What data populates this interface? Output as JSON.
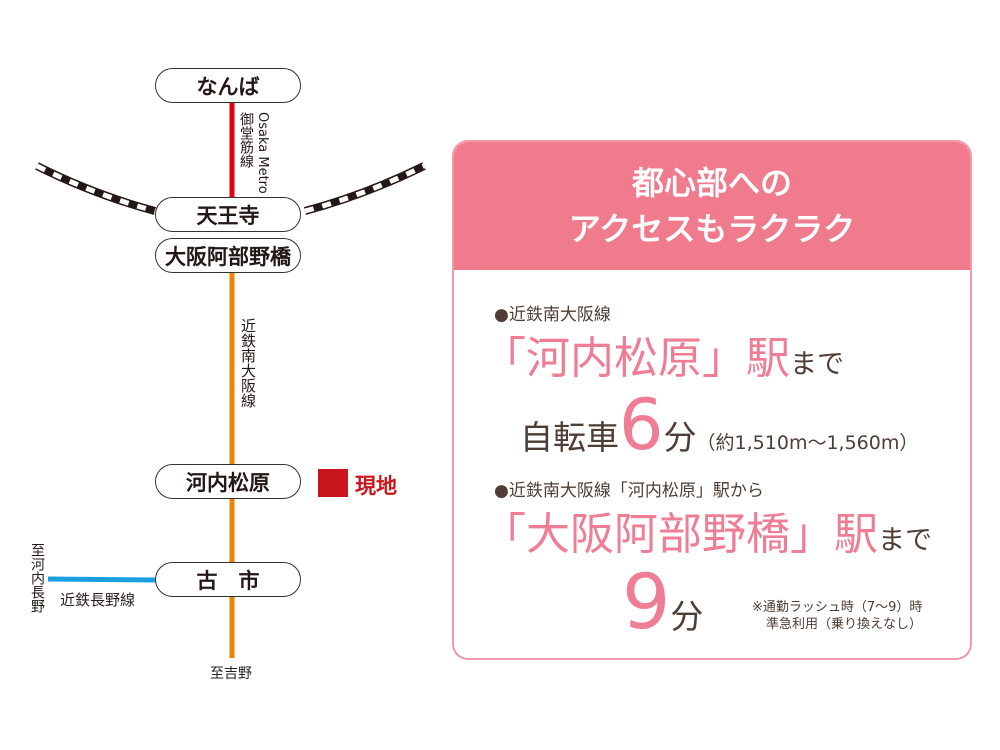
{
  "map": {
    "stations": {
      "namba": "なんば",
      "tennoji": "天王寺",
      "abenobashi": "大阪阿部野橋",
      "kawachimatsubara": "河内松原",
      "furuichi": "古　市"
    },
    "lines": {
      "midosuji_en": "Osaka Metro",
      "midosuji_ja": "御堂筋線",
      "minamiosaka": "近鉄南大阪線",
      "nagano": "近鉄長野線"
    },
    "destinations": {
      "kawachinagano": "至河内長野",
      "yoshino": "至吉野"
    },
    "site_label": "現地",
    "colors": {
      "midosuji": "#e60012",
      "minamiosaka": "#f08300",
      "nagano": "#1aa0e0",
      "site": "#c9161d"
    }
  },
  "panel": {
    "title_line1": "都心部への",
    "title_line2": "アクセスもラクラク",
    "route1": {
      "line": "●近鉄南大阪線",
      "station": "「河内松原」駅",
      "suffix": "まで",
      "mode": "自転車",
      "minutes": "6",
      "unit": "分",
      "distance": "（約1,510m〜1,560m）"
    },
    "route2": {
      "line": "●近鉄南大阪線「河内松原」駅から",
      "station": "「大阪阿部野橋」駅",
      "suffix": "まで",
      "minutes": "9",
      "unit": "分",
      "note1": "※通勤ラッシュ時（7〜9）時",
      "note2": "準急利用（乗り換えなし）"
    }
  }
}
